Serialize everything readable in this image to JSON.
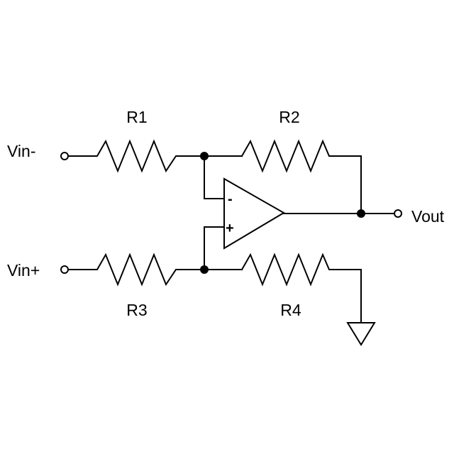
{
  "components": {
    "r1": "R1",
    "r2": "R2",
    "r3": "R3",
    "r4": "R4"
  },
  "terminals": {
    "vin_minus": "Vin-",
    "vin_plus": "Vin+",
    "vout": "Vout"
  },
  "opamp": {
    "inverting": "-",
    "non_inverting": "+"
  },
  "colors": {
    "line": "#000000",
    "background": "#ffffff"
  }
}
